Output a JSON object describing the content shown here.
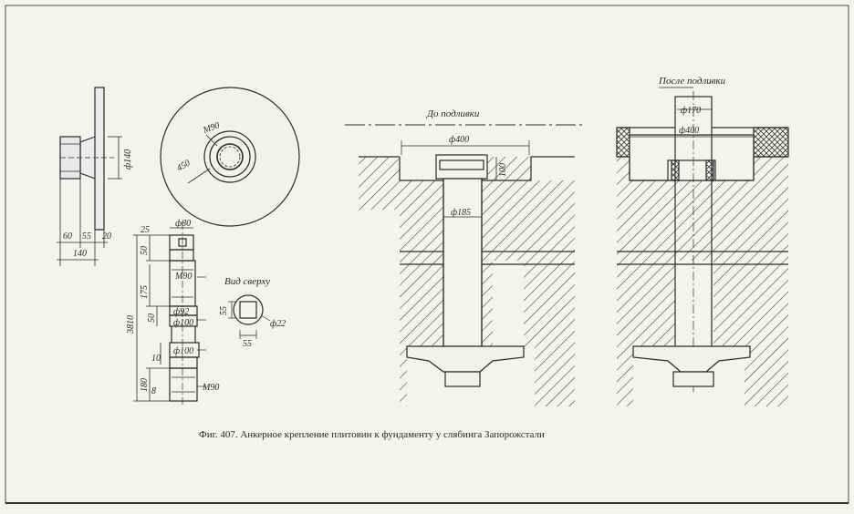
{
  "caption": "Фиг. 407. Анкерное крепление плитовин к фундаменту у слябинга Запорожстали",
  "views": {
    "before": {
      "title": "До подливки",
      "d_base": "ф400",
      "d_bolt": "ф185",
      "h": "100"
    },
    "after": {
      "title": "После подливки",
      "d_top": "ф170",
      "d_base": "ф400"
    },
    "top_view": {
      "title": "Вид сверху",
      "d": "ф22",
      "s1": "55",
      "s2": "55"
    }
  },
  "washer": {
    "thread": "M90",
    "radius": "450",
    "d": "ф140",
    "w1": "60",
    "w2": "55",
    "w3": "20",
    "total": "140"
  },
  "bolt": {
    "d_head": "ф80",
    "h1": "25",
    "h2": "50",
    "thread_top": "M90",
    "len1": "175",
    "len2": "50",
    "d_mid1": "ф92",
    "d_mid2": "ф100",
    "d_low": "ф100",
    "h_low": "10",
    "len3": "180",
    "h_low2": "8",
    "thread_bot": "M90",
    "total": "3810"
  }
}
